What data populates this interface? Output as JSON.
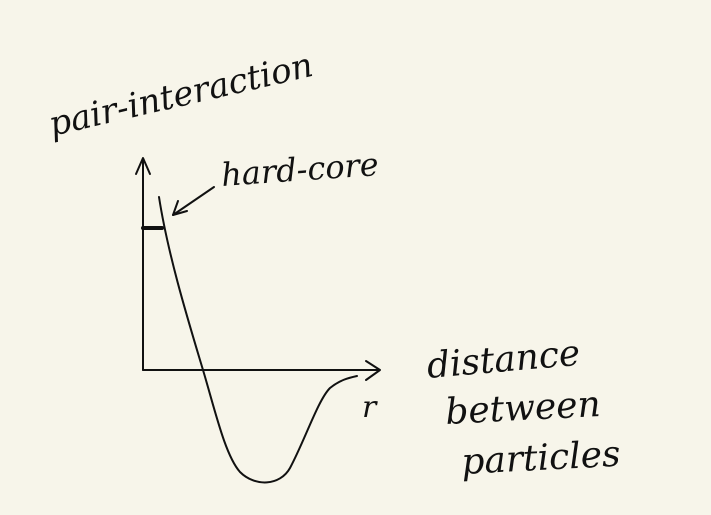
{
  "diagram": {
    "y_axis_label": "pair-interaction",
    "x_axis_symbol": "r",
    "x_axis_label_lines": [
      "distance",
      "between",
      "particles"
    ],
    "annotation": "hard-core"
  },
  "colors": {
    "background": "#f7f5ea",
    "ink": "#111111"
  }
}
